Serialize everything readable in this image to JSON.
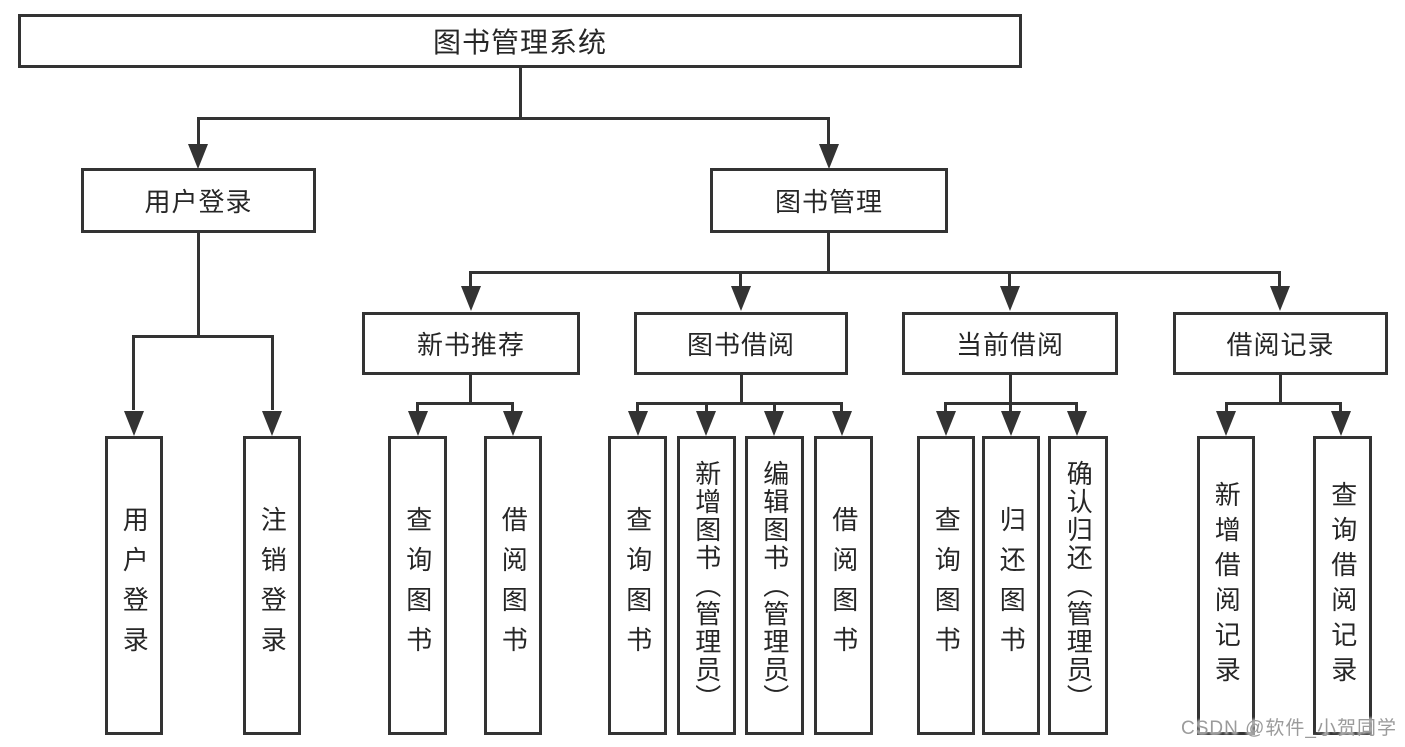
{
  "diagram": {
    "root": {
      "label": "图书管理系统"
    },
    "branches": [
      {
        "label": "用户登录",
        "children": [
          {
            "label": "用户登录"
          },
          {
            "label": "注销登录"
          }
        ]
      },
      {
        "label": "图书管理",
        "children": [
          {
            "label": "新书推荐",
            "children": [
              {
                "label": "查询图书"
              },
              {
                "label": "借阅图书"
              }
            ]
          },
          {
            "label": "图书借阅",
            "children": [
              {
                "label": "查询图书"
              },
              {
                "label": "新增图书（管理员）"
              },
              {
                "label": "编辑图书（管理员）"
              },
              {
                "label": "借阅图书"
              }
            ]
          },
          {
            "label": "当前借阅",
            "children": [
              {
                "label": "查询图书"
              },
              {
                "label": "归还图书"
              },
              {
                "label": "确认归还（管理员）"
              }
            ]
          },
          {
            "label": "借阅记录",
            "children": [
              {
                "label": "新增借阅记录"
              },
              {
                "label": "查询借阅记录"
              }
            ]
          }
        ]
      }
    ],
    "watermark": "CSDN @软件_小贺同学",
    "colors": {
      "line": "#333333",
      "text": "#262626",
      "background": "#ffffff",
      "watermark": "#9b9b9b"
    }
  }
}
